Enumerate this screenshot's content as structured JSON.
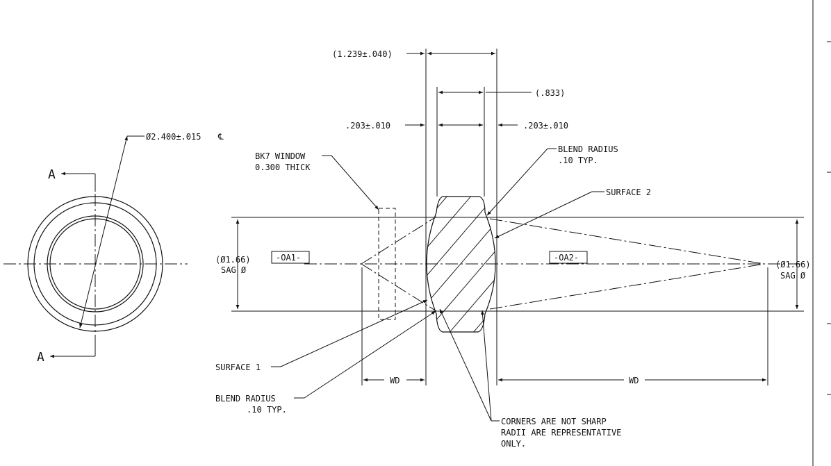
{
  "dimensions": {
    "overall_thickness": "(1.239±.040)",
    "center_ref": "(.833)",
    "edge_left": ".203±.010",
    "edge_right": ".203±.010",
    "outer_diameter": "Ø2.400±.015",
    "sag_left_line1": "(Ø1.66)",
    "sag_left_line2": "SAG Ø",
    "sag_right_line1": "(Ø1.66)",
    "sag_right_line2": "SAG Ø",
    "wd_left": "WD",
    "wd_right": "WD"
  },
  "notes": {
    "window_line1": "BK7 WINDOW",
    "window_line2": "0.300 THICK",
    "blend_top_line1": "BLEND RADIUS",
    "blend_top_line2": ".10 TYP.",
    "surface2": "SURFACE 2",
    "surface1": "SURFACE 1",
    "blend_bottom_line1": "BLEND  RADIUS",
    "blend_bottom_line2": ".10 TYP.",
    "corners_line1": "CORNERS ARE NOT SHARP",
    "corners_line2": "RADII ARE REPRESENTATIVE",
    "corners_line3": "ONLY."
  },
  "datums": {
    "oa1": "-OA1-",
    "oa2": "-OA2-"
  },
  "section": {
    "top_label": "A",
    "bottom_label": "A"
  }
}
